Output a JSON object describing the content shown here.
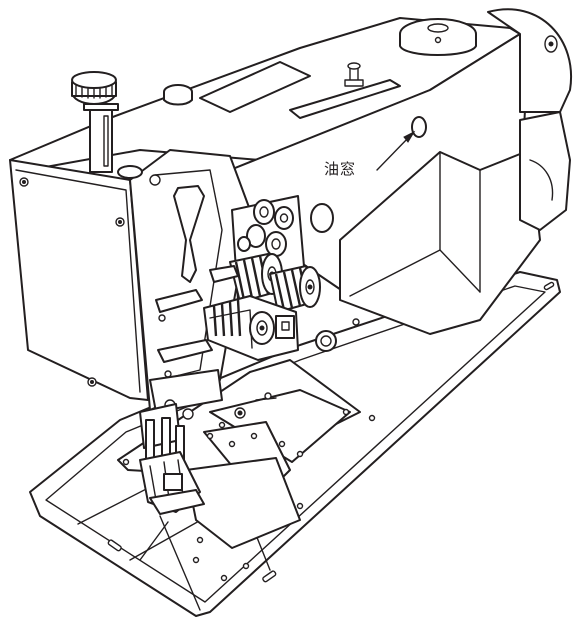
{
  "callouts": [
    {
      "id": "oil-window",
      "label": "油窓"
    }
  ],
  "colors": {
    "line": "#231f20",
    "fill": "#ffffff"
  },
  "icons": [
    "sewing-machine-illustration",
    "leader-arrow"
  ]
}
